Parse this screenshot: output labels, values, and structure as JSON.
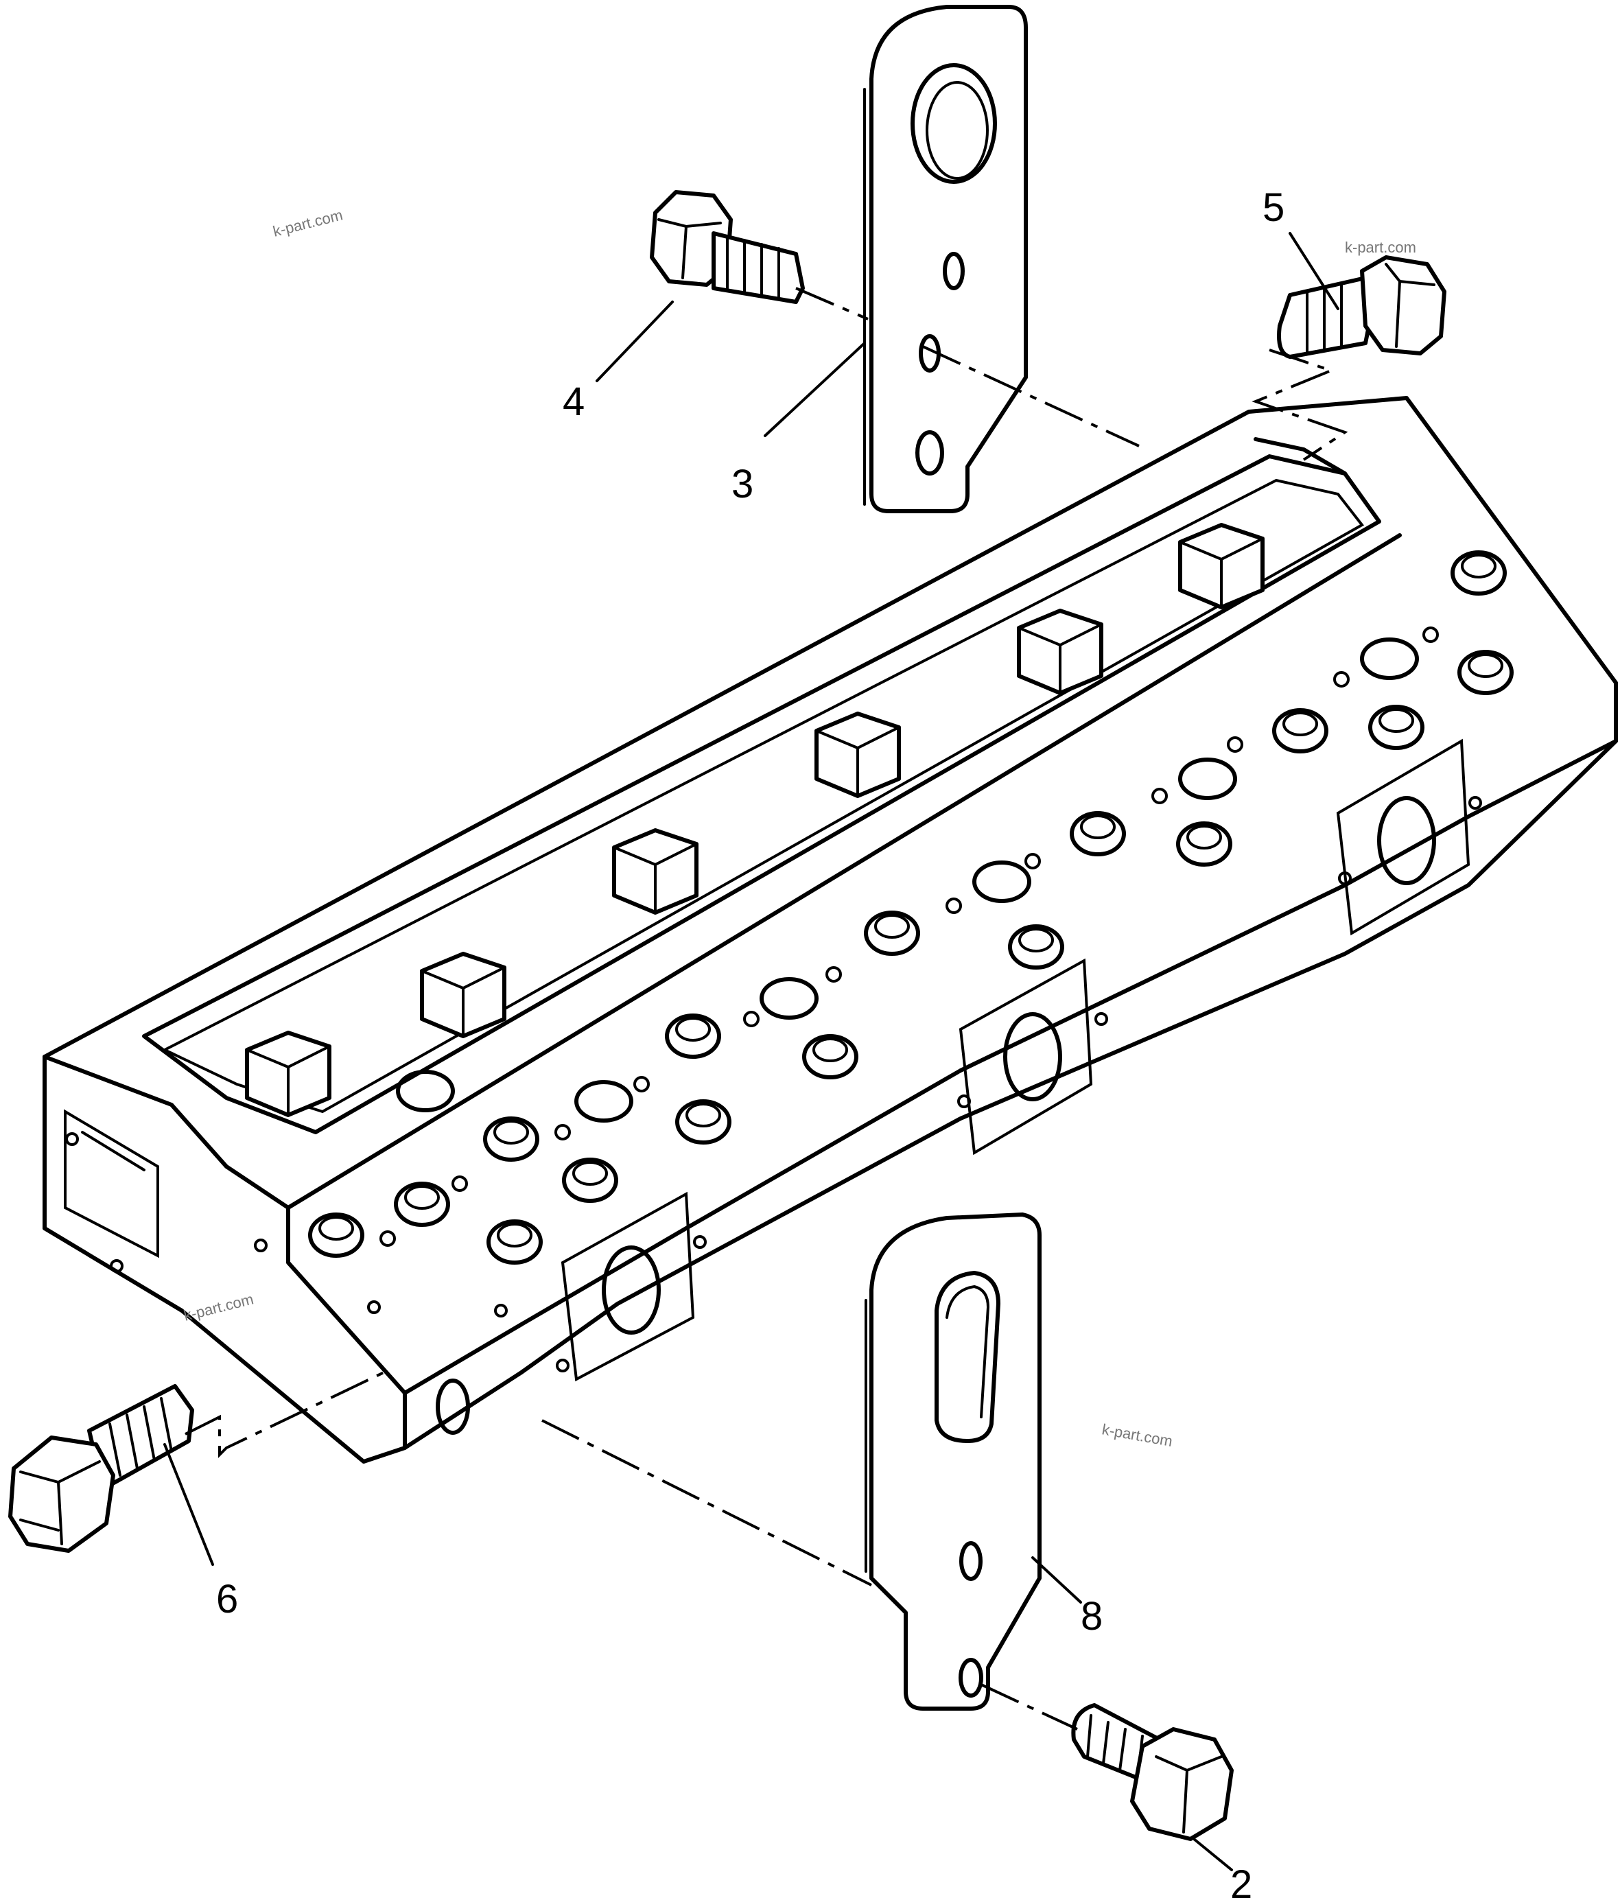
{
  "callouts": {
    "c2": "2",
    "c3": "3",
    "c4": "4",
    "c5": "5",
    "c6": "6",
    "c8": "8"
  },
  "watermarks": {
    "w1": "k-part.com",
    "w2": "k-part.com",
    "w3": "k-part.com",
    "w4": "k-part.com"
  }
}
